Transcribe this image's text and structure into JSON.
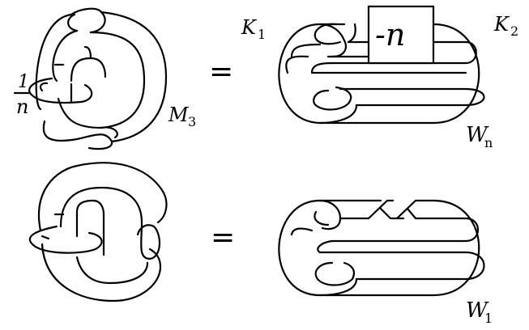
{
  "top_row": {
    "surgery_numerator": "1",
    "surgery_denominator": "n",
    "manifold_name": "M",
    "manifold_sub": "3",
    "equals": "=",
    "knot1_name": "K",
    "knot1_sub": "1",
    "knot2_name": "K",
    "knot2_sub": "2",
    "twist_box_label": "-n",
    "link_name": "W",
    "link_sub": "n"
  },
  "bottom_row": {
    "equals": "=",
    "link_name": "W",
    "link_sub": "1"
  }
}
